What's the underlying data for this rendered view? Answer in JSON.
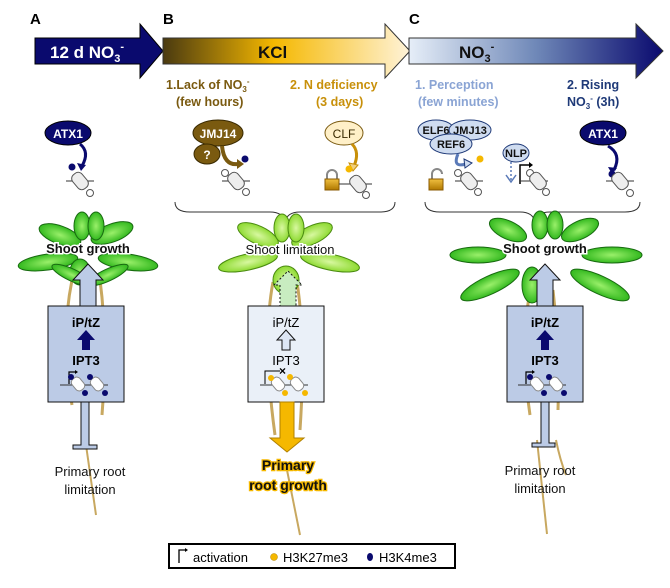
{
  "panels": {
    "A": {
      "letter": "A",
      "arrow_label": "12 d NO",
      "arrow_sub": "3",
      "arrow_sup": "-",
      "protein": "ATX1",
      "shoot_label": "Shoot growth",
      "hormone": "iP/tZ",
      "gene": "IPT3",
      "root_label_1": "Primary root",
      "root_label_2": "limitation"
    },
    "B": {
      "letter": "B",
      "arrow_label": "KCl",
      "step1_line1": "1.Lack of NO",
      "step1_sub": "3",
      "step1_sup": "-",
      "step1_line2": "(few hours)",
      "step2_line1": "2. N deficiency",
      "step2_line2": "(3 days)",
      "protein_1": "JMJ14",
      "unknown": "?",
      "protein_2": "CLF",
      "shoot_label": "Shoot limitation",
      "hormone": "iP/tZ",
      "gene": "IPT3",
      "root_label_1": "Primary",
      "root_label_2": "root growth"
    },
    "C": {
      "letter": "C",
      "arrow_label": "NO",
      "arrow_sub": "3",
      "arrow_sup": "-",
      "step1_line1": "1.   Perception",
      "step1_line2": "(few minutes)",
      "step2_line1": "2. Rising",
      "step2_line2": "NO",
      "step2_sub": "3",
      "step2_sup": "-",
      "step2_tail": " (3h)",
      "protein_elf6": "ELF6",
      "protein_jmj13": "JMJ13",
      "protein_ref6": "REF6",
      "protein_nlp": "NLP",
      "protein_atx1": "ATX1",
      "shoot_label": "Shoot growth",
      "hormone": "iP/tZ",
      "gene": "IPT3",
      "root_label_1": "Primary root",
      "root_label_2": "limitation"
    }
  },
  "legend": {
    "activation": "activation",
    "h3k27": "H3K27me3",
    "h3k4": "H3K4me3"
  },
  "colors": {
    "navy": "#0a0a6e",
    "gold": "#f5b800",
    "brown": "#7a5a10",
    "box_blue": "#bccbe6",
    "pale_box": "#eaf0f8",
    "leaf_green": "#2fc21a",
    "leaf_lime": "#8fe32a"
  }
}
